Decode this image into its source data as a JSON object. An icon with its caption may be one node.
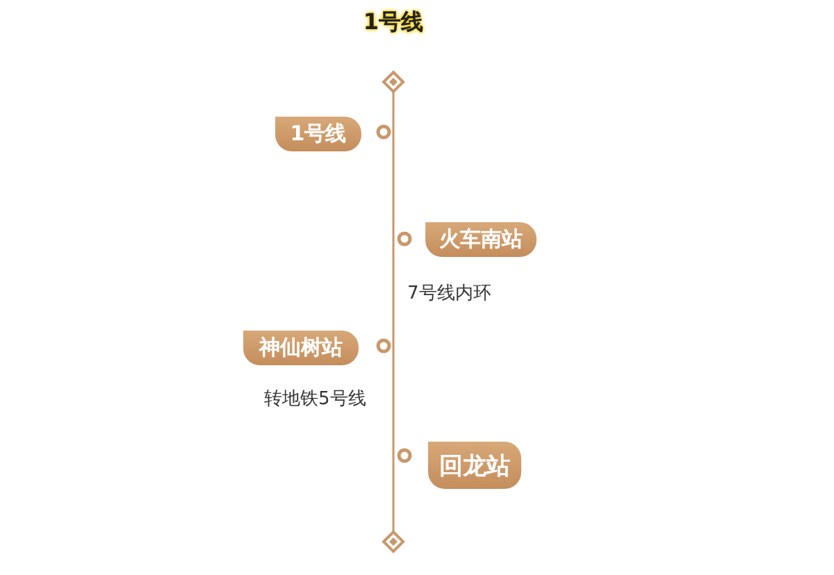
{
  "diagram": {
    "title": "1号线",
    "nodes": [
      {
        "text": [],
        "shape": "diamond"
      },
      {
        "text": [
          "1号线"
        ]
      },
      {
        "text": [
          "火车南站"
        ],
        "beside": [
          "7号线内环"
        ]
      },
      {
        "text": [
          "神仙树站"
        ],
        "beside": [
          "转地铁5号线"
        ]
      },
      {
        "text": [
          "回龙站"
        ]
      },
      {
        "text": [],
        "shape": "diamond"
      }
    ],
    "edges": [
      {
        "from": 0,
        "to": 5,
        "arrow": "none"
      }
    ]
  }
}
